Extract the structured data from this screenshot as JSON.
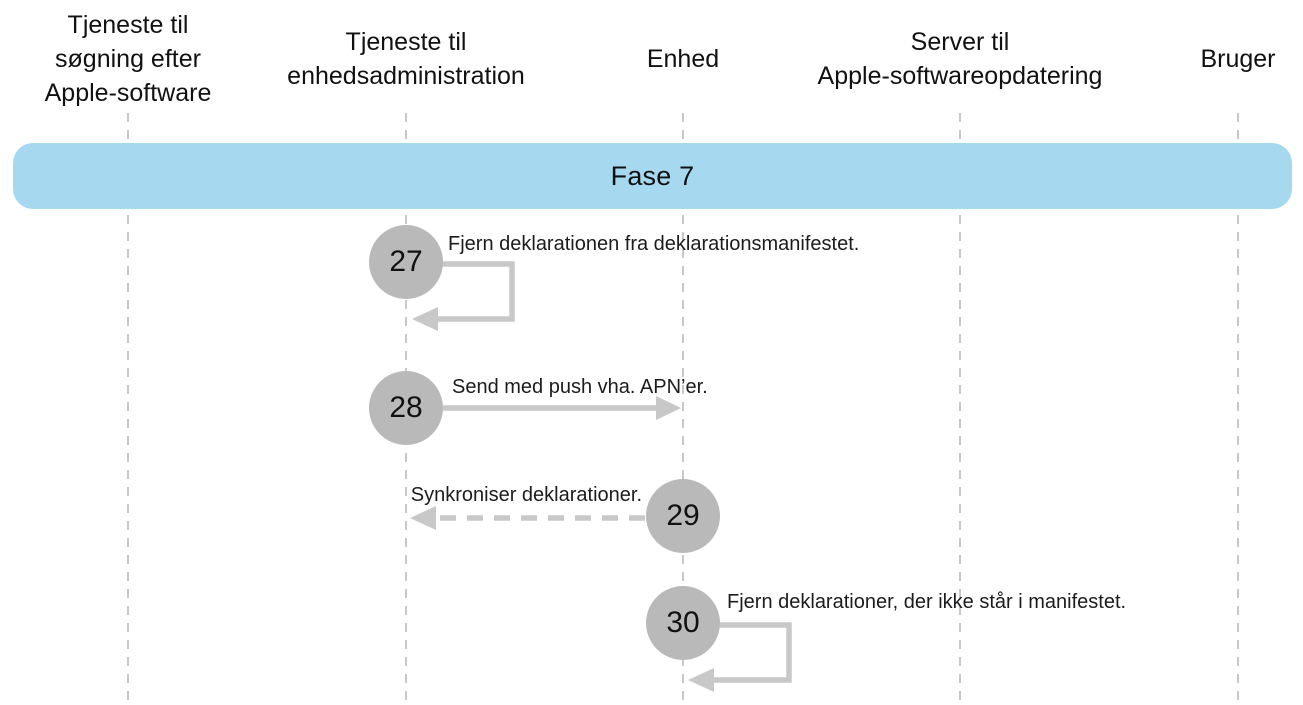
{
  "colors": {
    "phase_banner_bg": "#a6d9f0",
    "step_circle_fill": "#b9b9b9",
    "arrow_gray": "#c8c8c8",
    "lane_line_gray": "#b5b5b5",
    "text": "#111111"
  },
  "lanes": [
    {
      "label": "Tjeneste til\nsøgning efter\nApple-software"
    },
    {
      "label": "Tjeneste til\nenhedsadministration"
    },
    {
      "label": "Enhed"
    },
    {
      "label": "Server til\nApple-softwareopdatering"
    },
    {
      "label": "Bruger"
    }
  ],
  "phase": {
    "label": "Fase 7"
  },
  "steps": [
    {
      "number": "27",
      "label": "Fjern deklarationen fra deklarationsmanifestet.",
      "arrow": "self-loop",
      "lane": "Tjeneste til enhedsadministration"
    },
    {
      "number": "28",
      "label": "Send med push vha. APN’er.",
      "arrow": "solid-right",
      "from": "Tjeneste til enhedsadministration",
      "to": "Enhed"
    },
    {
      "number": "29",
      "label": "Synkroniser deklarationer.",
      "arrow": "dashed-left",
      "from": "Enhed",
      "to": "Tjeneste til enhedsadministration"
    },
    {
      "number": "30",
      "label": "Fjern deklarationer, der ikke står i manifestet.",
      "arrow": "self-loop",
      "lane": "Enhed"
    }
  ]
}
